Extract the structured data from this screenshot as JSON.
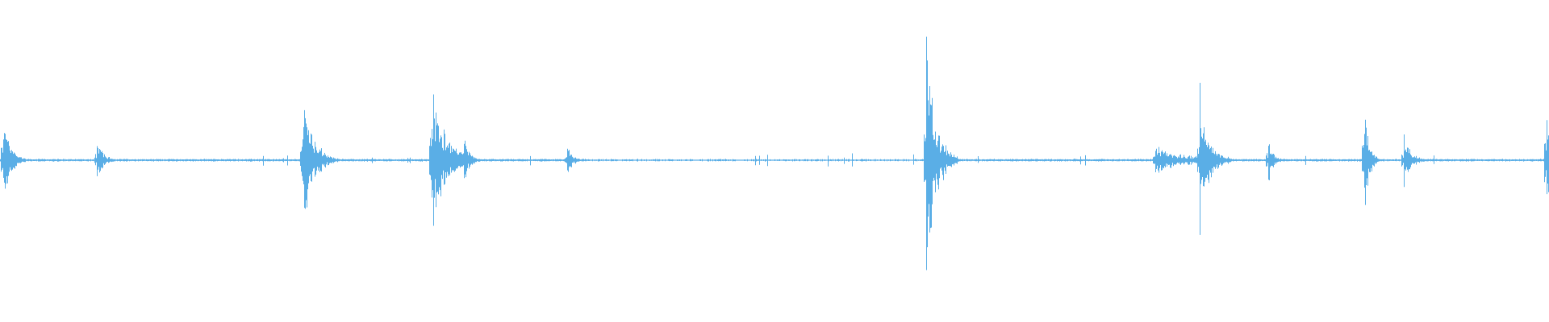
{
  "waveform": {
    "color": "#5aaee6",
    "background": "#ffffff",
    "style": "audio-amplitude-waveform",
    "peak_amplitude_levels": [
      0.35,
      0.14,
      0.49,
      0.55,
      0.16,
      0.1,
      0.87,
      0.1,
      0.54,
      0.18,
      0.4,
      0.19,
      0.58
    ]
  }
}
